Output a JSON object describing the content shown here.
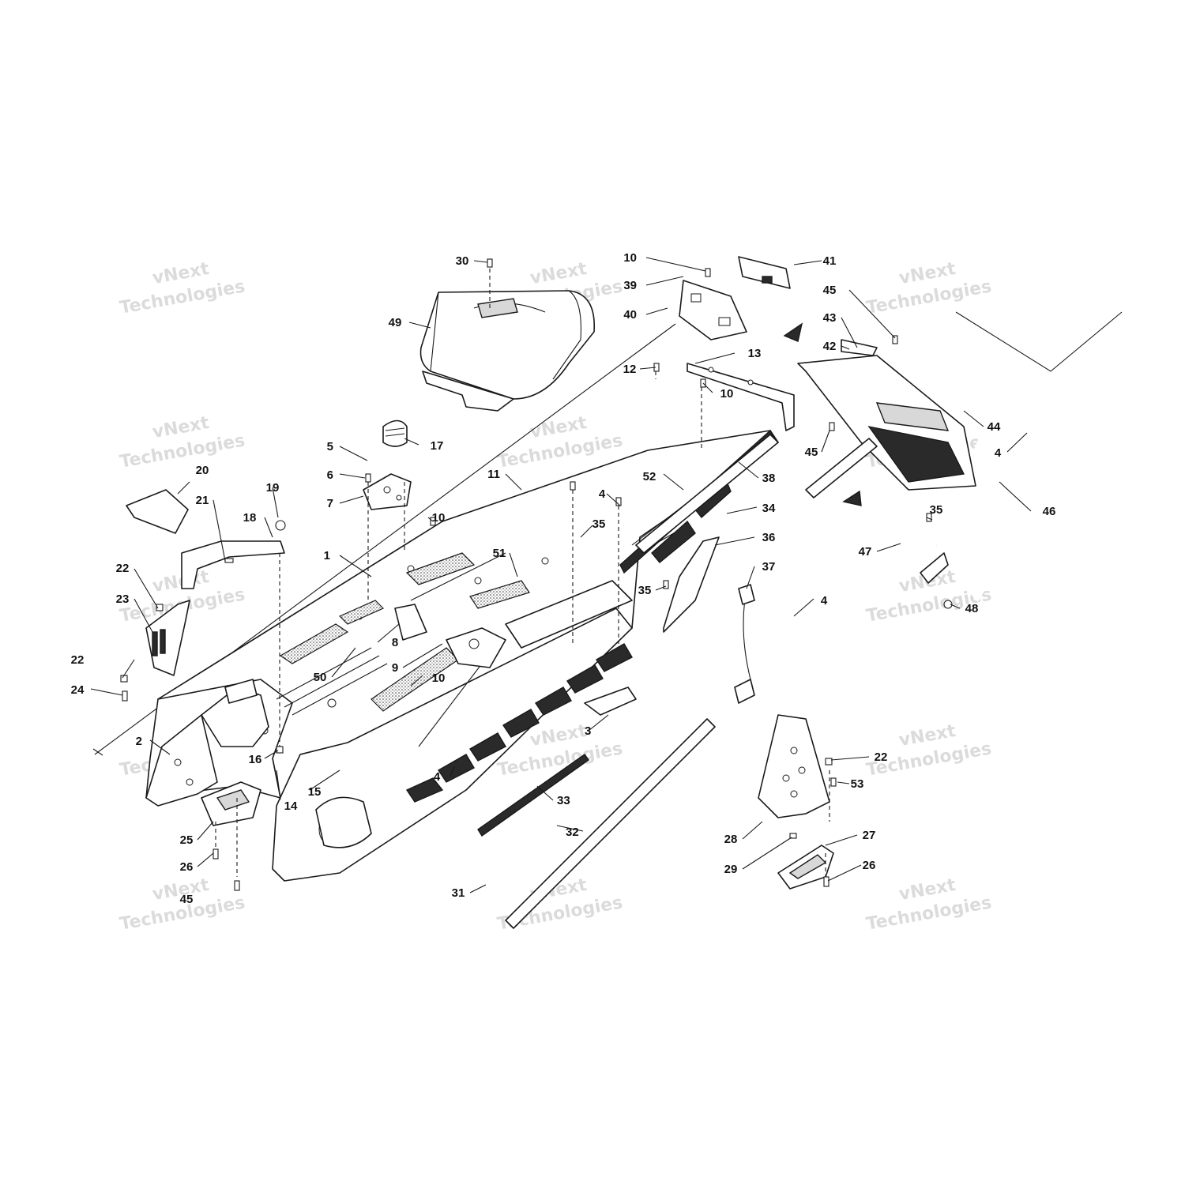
{
  "watermark": {
    "line1": "vNext",
    "line2": "Technologies"
  },
  "callouts": [
    {
      "label": "1"
    },
    {
      "label": "2"
    },
    {
      "label": "3"
    },
    {
      "label": "4"
    },
    {
      "label": "4"
    },
    {
      "label": "4"
    },
    {
      "label": "4"
    },
    {
      "label": "5"
    },
    {
      "label": "6"
    },
    {
      "label": "7"
    },
    {
      "label": "8"
    },
    {
      "label": "9"
    },
    {
      "label": "10"
    },
    {
      "label": "10"
    },
    {
      "label": "10"
    },
    {
      "label": "10"
    },
    {
      "label": "11"
    },
    {
      "label": "12"
    },
    {
      "label": "13"
    },
    {
      "label": "14"
    },
    {
      "label": "15"
    },
    {
      "label": "16"
    },
    {
      "label": "17"
    },
    {
      "label": "18"
    },
    {
      "label": "19"
    },
    {
      "label": "20"
    },
    {
      "label": "21"
    },
    {
      "label": "22"
    },
    {
      "label": "22"
    },
    {
      "label": "22"
    },
    {
      "label": "23"
    },
    {
      "label": "24"
    },
    {
      "label": "25"
    },
    {
      "label": "26"
    },
    {
      "label": "26"
    },
    {
      "label": "27"
    },
    {
      "label": "28"
    },
    {
      "label": "29"
    },
    {
      "label": "30"
    },
    {
      "label": "31"
    },
    {
      "label": "32"
    },
    {
      "label": "33"
    },
    {
      "label": "34"
    },
    {
      "label": "35"
    },
    {
      "label": "35"
    },
    {
      "label": "35"
    },
    {
      "label": "36"
    },
    {
      "label": "37"
    },
    {
      "label": "38"
    },
    {
      "label": "39"
    },
    {
      "label": "40"
    },
    {
      "label": "41"
    },
    {
      "label": "42"
    },
    {
      "label": "43"
    },
    {
      "label": "44"
    },
    {
      "label": "45"
    },
    {
      "label": "45"
    },
    {
      "label": "45"
    },
    {
      "label": "46"
    },
    {
      "label": "47"
    },
    {
      "label": "48"
    },
    {
      "label": "49"
    },
    {
      "label": "50"
    },
    {
      "label": "51"
    },
    {
      "label": "52"
    },
    {
      "label": "53"
    }
  ]
}
